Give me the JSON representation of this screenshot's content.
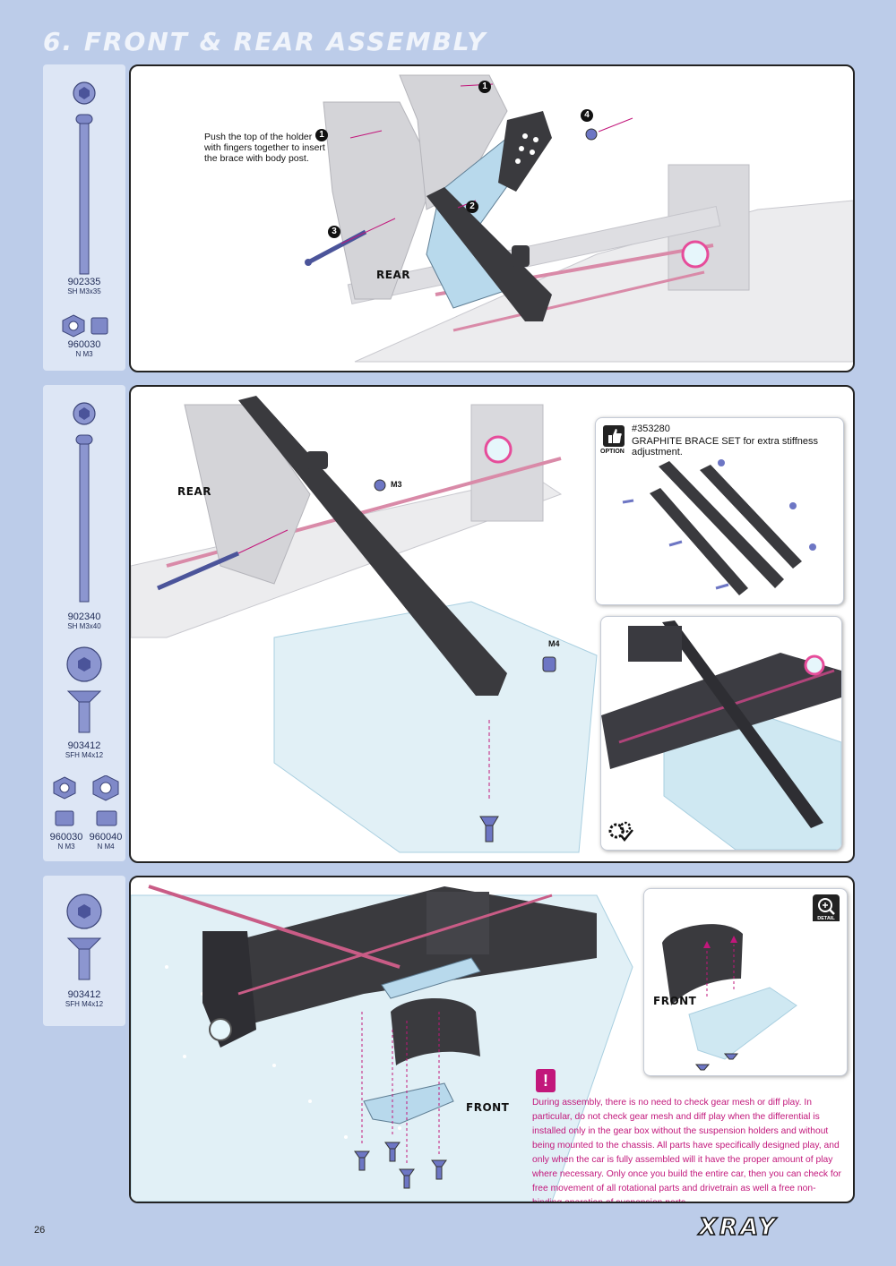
{
  "section_title": "6. FRONT & REAR ASSEMBLY",
  "page_number": "26",
  "brand": "XRAY",
  "step1": {
    "parts": [
      {
        "number": "902335",
        "desc": "SH M3x35"
      },
      {
        "number": "960030",
        "desc": "N M3"
      }
    ],
    "callout": [
      "Push the top of the holder",
      "with fingers together to insert",
      "the brace with body post."
    ],
    "markers": [
      "1",
      "1",
      "2",
      "3",
      "4"
    ],
    "label": "REAR"
  },
  "step2": {
    "parts": [
      {
        "number": "902340",
        "desc": "SH M3x40"
      },
      {
        "number": "903412",
        "desc": "SFH M4x12"
      },
      {
        "number": "960030",
        "desc": "N M3"
      },
      {
        "number": "960040",
        "desc": "N M4"
      }
    ],
    "label": "REAR",
    "m3": "M3",
    "m4": "M4",
    "option": {
      "badge": "OPTION",
      "part": "#353280",
      "text": "GRAPHITE BRACE SET for extra stiffness adjustment."
    }
  },
  "step3": {
    "parts": [
      {
        "number": "903412",
        "desc": "SFH M4x12"
      }
    ],
    "label": "FRONT",
    "detail_label": "FRONT",
    "detail_badge": "DETAIL",
    "warning": "During assembly, there is no need to check gear mesh or diff play. In particular, do not check gear mesh and diff play when the differential is installed only in the gear box without the suspension holders and without being mounted to the chassis. All parts have specifically designed play, and only when the car is fully assembled will it have the proper amount of play where necessary. Only once you build the entire car, then you can check for free movement of all rotational parts and drivetrain as well a free non-binding operation of suspension parts."
  },
  "colors": {
    "page_bg": "#bccce9",
    "sidebar_bg": "#dde6f5",
    "accent": "#c2177b",
    "chassis": "#b9dbe8",
    "part_dark": "#3a3a3e",
    "hardware": "#6d76c4"
  }
}
